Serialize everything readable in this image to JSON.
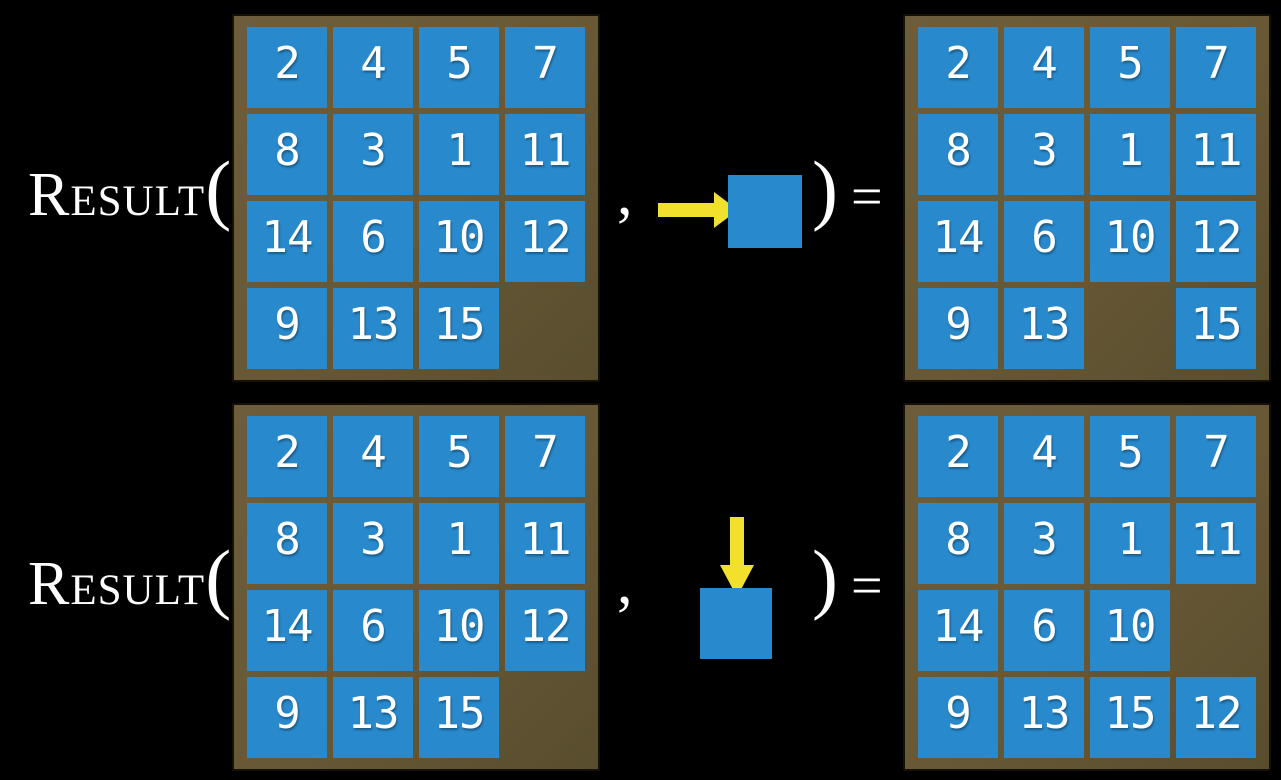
{
  "figure": {
    "function_name": "Result",
    "open_paren": "(",
    "comma": ",",
    "close_paren": ")",
    "equals": "="
  },
  "colors": {
    "background": "#000000",
    "tile_blue": "#288ACD",
    "board_brown": "#675836",
    "board_brown_dark": "#584D2E",
    "arrow_yellow": "#F2E12C",
    "text_white": "#FFFFFF"
  },
  "rows": [
    {
      "action_direction": "right",
      "action_icon": "right-arrow-icon",
      "input": [
        [
          2,
          4,
          5,
          7
        ],
        [
          8,
          3,
          1,
          11
        ],
        [
          14,
          6,
          10,
          12
        ],
        [
          9,
          13,
          15,
          null
        ]
      ],
      "result": [
        [
          2,
          4,
          5,
          7
        ],
        [
          8,
          3,
          1,
          11
        ],
        [
          14,
          6,
          10,
          12
        ],
        [
          9,
          13,
          null,
          15
        ]
      ]
    },
    {
      "action_direction": "down",
      "action_icon": "down-arrow-icon",
      "input": [
        [
          2,
          4,
          5,
          7
        ],
        [
          8,
          3,
          1,
          11
        ],
        [
          14,
          6,
          10,
          12
        ],
        [
          9,
          13,
          15,
          null
        ]
      ],
      "result": [
        [
          2,
          4,
          5,
          7
        ],
        [
          8,
          3,
          1,
          11
        ],
        [
          14,
          6,
          10,
          null
        ],
        [
          9,
          13,
          15,
          12
        ]
      ]
    }
  ]
}
